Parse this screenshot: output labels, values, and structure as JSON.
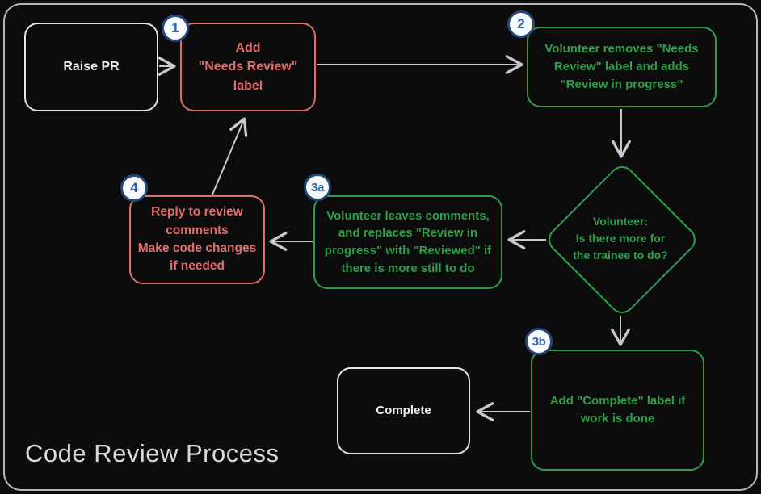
{
  "title": "Code Review Process",
  "colors": {
    "background": "#0c0c0c",
    "frame_border": "#b8b8b8",
    "red": "#e06e6e",
    "green": "#2f9e4a",
    "white_node": "#e5e5e5",
    "arrow": "#c9c9c9",
    "badge_border": "#26477c",
    "badge_text": "#2f62a8",
    "badge_fill": "#fafbfd",
    "title_text": "#dadada"
  },
  "nodes": {
    "raise_pr": {
      "label": "Raise PR"
    },
    "add_needs_review": {
      "badge": "1",
      "label": "Add\n\"Needs Review\"\nlabel"
    },
    "volunteer_removes": {
      "badge": "2",
      "label": "Volunteer removes \"Needs\nReview\" label and adds\n\"Review in progress\""
    },
    "decision": {
      "label": "Volunteer:\nIs there more for\nthe trainee to do?"
    },
    "volunteer_leaves_comments": {
      "badge": "3a",
      "label": "Volunteer leaves comments,\nand replaces \"Review in\nprogress\" with \"Reviewed\" if\nthere is more still to do"
    },
    "reply_to_comments": {
      "badge": "4",
      "label": "Reply to review\ncomments\nMake code changes\nif needed"
    },
    "add_complete_label": {
      "badge": "3b",
      "label": "Add \"Complete\" label if\nwork is done"
    },
    "complete": {
      "label": "Complete"
    }
  },
  "arrows": [
    "raise-pr-to-step1",
    "step1-to-step2",
    "step2-to-decision",
    "decision-to-step3a",
    "step3a-to-step4",
    "step4-to-step1",
    "decision-to-step3b",
    "step3b-to-complete"
  ]
}
